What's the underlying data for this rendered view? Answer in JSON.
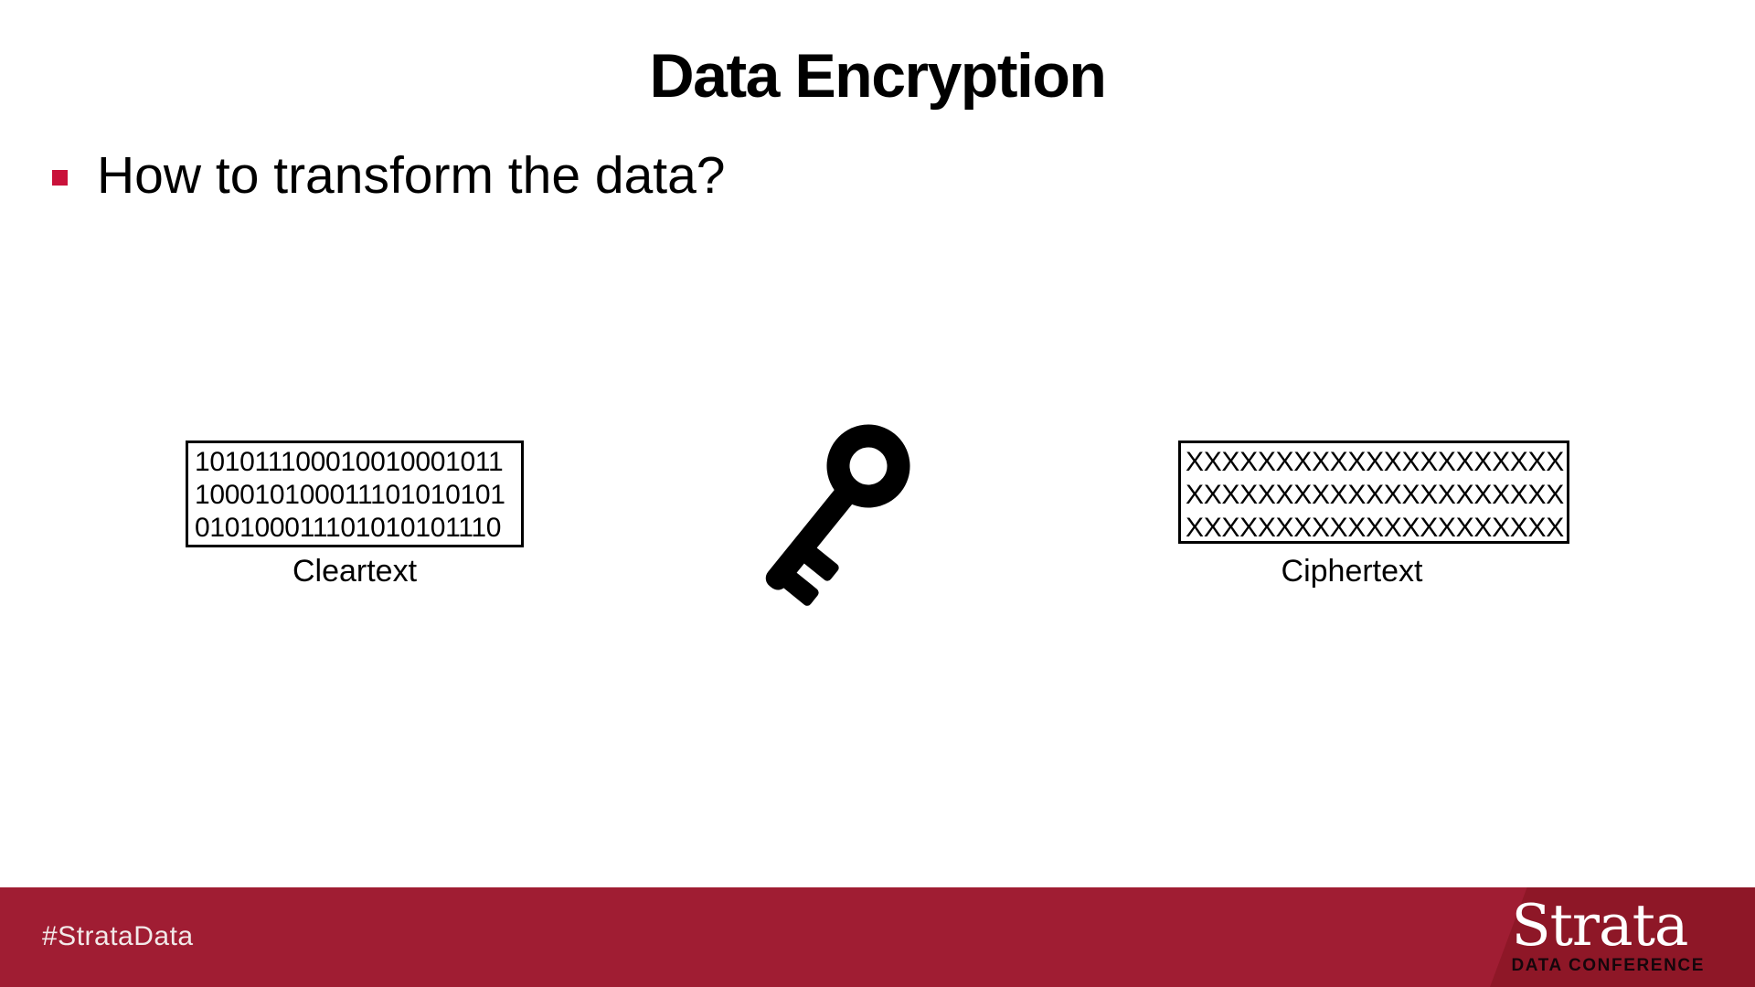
{
  "colors": {
    "accent_red": "#C9113A",
    "footer_red": "#A01D33",
    "logo_box_red": "#8E1727",
    "footer_text": "#F2E9E9",
    "key_black": "#000000"
  },
  "slide": {
    "title": "Data Encryption",
    "bullet_text": "How to transform the data?"
  },
  "cleartext": {
    "label": "Cleartext",
    "lines": [
      "101011100010010001011",
      "100010100011101010101",
      "010100011101010101110"
    ]
  },
  "ciphertext": {
    "label": "Ciphertext",
    "lines": [
      "XXXXXXXXXXXXXXXXXXXXX",
      "XXXXXXXXXXXXXXXXXXXXX",
      "XXXXXXXXXXXXXXXXXXXXX"
    ]
  },
  "footer": {
    "hashtag": "#StrataData",
    "brand_name": "Strata",
    "brand_sub": "DATA CONFERENCE"
  }
}
